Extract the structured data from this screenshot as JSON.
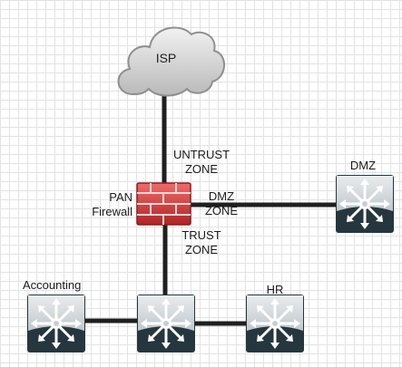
{
  "nodes": {
    "isp": {
      "label": "ISP",
      "icon": "cloud-icon"
    },
    "firewall": {
      "line1": "PAN",
      "line2": "Firewall",
      "icon": "firewall-icon"
    },
    "dmz_switch": {
      "label": "DMZ",
      "icon": "switch-icon"
    },
    "accounting_switch": {
      "label": "Accounting",
      "icon": "switch-icon"
    },
    "core_switch": {
      "icon": "switch-icon"
    },
    "hr_switch": {
      "label": "HR",
      "icon": "switch-icon"
    }
  },
  "zones": {
    "untrust": {
      "line1": "UNTRUST",
      "line2": "ZONE"
    },
    "dmz": {
      "line1": "DMZ",
      "line2": "ZONE"
    },
    "trust": {
      "line1": "TRUST",
      "line2": "ZONE"
    }
  },
  "colors": {
    "link": "#1f1f1f",
    "firewall_red": "#d23a3a",
    "switch_dark": "#26363f",
    "switch_light": "#d7dde0"
  }
}
